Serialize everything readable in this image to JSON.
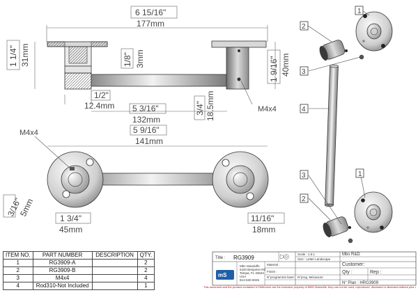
{
  "dims": {
    "overall_in": "6 15/16\"",
    "overall_mm": "177mm",
    "h_in": "1 1/4\"",
    "h_mm": "31mm",
    "e_in": "1/8\"",
    "e_mm": "3mm",
    "s_in": "1 9/16\"",
    "s_mm": "40mm",
    "off_in": "1/2\"",
    "off_mm": "12.4mm",
    "rod_in": "5 3/16\"",
    "rod_mm": "132mm",
    "rh_in": "3/4\"",
    "rh_mm": "18.5mm",
    "screw1": "M4x4",
    "front_in": "5 9/16\"",
    "front_mm": "141mm",
    "screw2": "M4x4",
    "hole_in": "3/16\"",
    "hole_mm": "5mm",
    "base_in": "1 3/4\"",
    "base_mm": "45mm",
    "boss_in": "11/16\"",
    "boss_mm": "18mm"
  },
  "balloons": [
    "2",
    "1",
    "3",
    "4",
    "3",
    "1",
    "2"
  ],
  "bom": {
    "headers": [
      "ITEM NO.",
      "PART NUMBER",
      "DESCRIPTION",
      "QTY."
    ],
    "rows": [
      [
        "1",
        "RG3909-A",
        "",
        "2"
      ],
      [
        "2",
        "RG3909-B",
        "",
        "2"
      ],
      [
        "3",
        "M4x4",
        "",
        "4"
      ],
      [
        "4",
        "Rod310-Not Included",
        "",
        "1"
      ]
    ]
  },
  "title_block": {
    "title_label": "Title :",
    "title_value": "RG3909",
    "scale": "Scale : 1.5:1",
    "size": "Size : Letter Landscape",
    "mbs": "Mbs R&D",
    "customer": "Customer:",
    "company_lines": [
      "Mbs Standoffs",
      "5420 Benjamin Rd",
      "Tampa, FL 33634",
      "USA",
      "813-630-6025"
    ],
    "material": "Material :",
    "finish": "Finish :",
    "no_prog_laser": "N°programme laser:",
    "no_prog_mecanum": "N°prog. Mécanum:",
    "qty": "Qty :",
    "rep": "Rep :",
    "plan": "N° Plan : HRG3909"
  },
  "footer": "This document and the product contained in Reference are the exclusive property of MBS-Standoffs; they can not be used, reproduced, disclosed or disclosed without prior authorization"
}
